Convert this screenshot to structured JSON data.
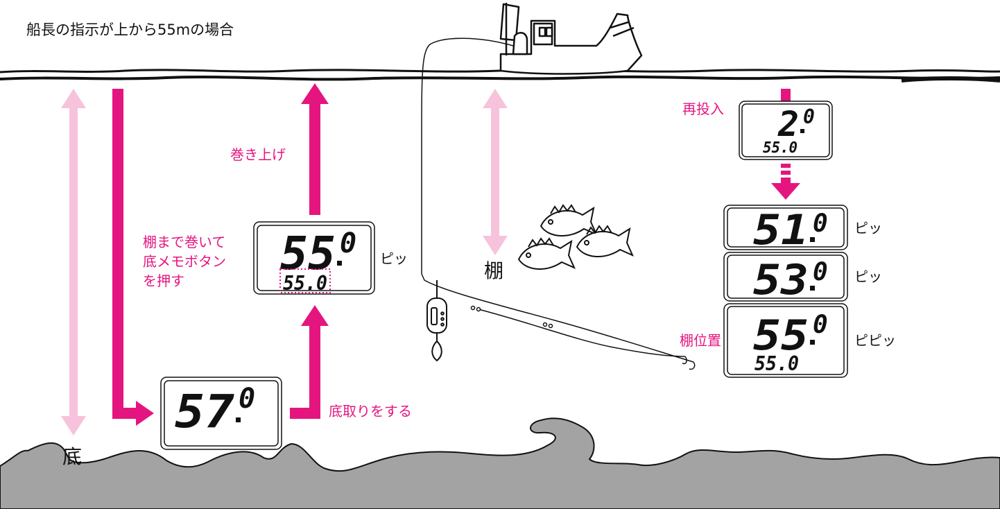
{
  "title": "船長の指示が上から55mの場合",
  "labels": {
    "bottom": "底",
    "tana": "棚",
    "reel_up": "巻き上げ",
    "memo_line1": "棚まで巻いて",
    "memo_line2": "底メモボタン",
    "memo_line3": "を押す",
    "take_bottom": "底取りをする",
    "redrop": "再投入",
    "tana_position": "棚位置"
  },
  "beeps": {
    "beep": "ピッ",
    "double_beep": "ピピッ"
  },
  "displays": {
    "bottom_reading": {
      "main": "57",
      "decimal": "0"
    },
    "memo_reading": {
      "main": "55",
      "decimal": "0",
      "memo": "55.0"
    },
    "redrop_reading": {
      "main": "2",
      "decimal": "0",
      "memo": "55.0"
    },
    "reading_51": {
      "main": "51",
      "decimal": "0"
    },
    "reading_53": {
      "main": "53",
      "decimal": "0"
    },
    "reading_55": {
      "main": "55",
      "decimal": "0",
      "memo": "55.0"
    }
  },
  "colors": {
    "accent": "#e5157f",
    "accent_light": "#f7c2dc",
    "seabed": "#a3a3a3"
  }
}
